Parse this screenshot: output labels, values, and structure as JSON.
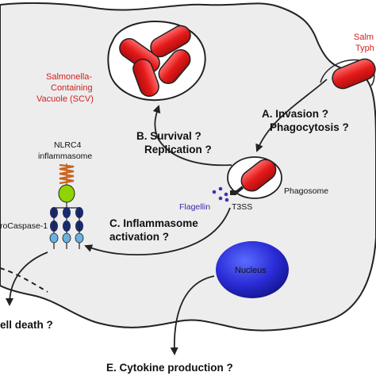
{
  "labels": {
    "salmonella_typhi_line1": "Salm",
    "salmonella_typhi_line2": "Typh",
    "scv_line1": "Salmonella-",
    "scv_line2": "Containing",
    "scv_line3": "Vacuole (SCV)",
    "invasion": "A. Invasion ?",
    "phagocytosis": "Phagocytosis ?",
    "survival": "B. Survival ?",
    "replication": "Replication ?",
    "nlrc4_line1": "NLRC4",
    "nlrc4_line2": "inflammasome",
    "phagosome": "Phagosome",
    "flagellin": "Flagellin",
    "t3ss": "T3SS",
    "procaspase": "roCaspase-1",
    "inflammasome_line1": "C. Inflammasome",
    "inflammasome_line2": "activation ?",
    "nucleus": "Nucleus",
    "cell_death": "ell death ?",
    "cytokine": "E. Cytokine production ?"
  },
  "colors": {
    "bacteria_red": "#e41a1a",
    "label_red": "#d22020",
    "cell_fill": "#ededed",
    "nucleus_blue": "#2a2bd6",
    "flagellin_dots": "#4a2ab0",
    "nlrc4_orange": "#c8641e",
    "nlrc4_green": "#8fd400",
    "nlrc4_navy": "#1a2a6e",
    "caspase_blue": "#6ab0e0"
  }
}
